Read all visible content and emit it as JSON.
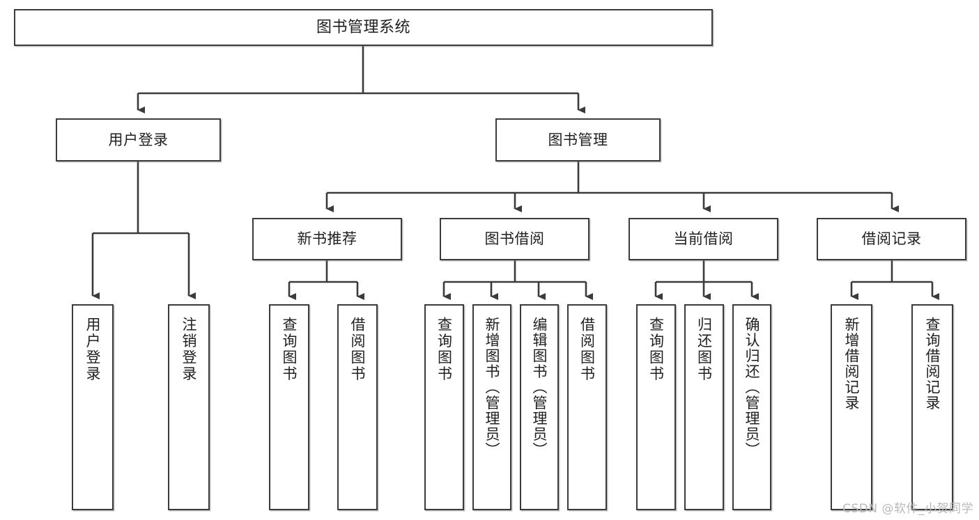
{
  "diagram": {
    "title": "图书管理系统",
    "type": "tree",
    "watermark": "CSDN @软件_小贺同学",
    "colors": {
      "stroke": "#3b3b3b",
      "fill": "#ffffff",
      "text": "#1f1f1f",
      "watermark": "#b9b9b9"
    },
    "levels": {
      "level1": [
        "root"
      ],
      "level2": [
        "user_login",
        "book_manage"
      ],
      "level3": [
        "new_book_rec",
        "book_borrow",
        "current_borrow",
        "borrow_record"
      ],
      "level4": [
        "l_user_login",
        "l_logout",
        "l_query_book_1",
        "l_borrow_book_1",
        "l_query_book_2",
        "l_add_book",
        "l_edit_book",
        "l_borrow_book_2",
        "l_query_book_3",
        "l_return_book",
        "l_confirm_return",
        "l_add_record",
        "l_query_record"
      ]
    },
    "nodes": {
      "root": {
        "label": "图书管理系统"
      },
      "user_login": {
        "label": "用户登录"
      },
      "book_manage": {
        "label": "图书管理"
      },
      "new_book_rec": {
        "label": "新书推荐"
      },
      "book_borrow": {
        "label": "图书借阅"
      },
      "current_borrow": {
        "label": "当前借阅"
      },
      "borrow_record": {
        "label": "借阅记录"
      },
      "l_user_login": {
        "label": "用户登录"
      },
      "l_logout": {
        "label": "注销登录"
      },
      "l_query_book_1": {
        "label": "查询图书"
      },
      "l_borrow_book_1": {
        "label": "借阅图书"
      },
      "l_query_book_2": {
        "label": "查询图书"
      },
      "l_add_book": {
        "label": "新增图书（管理员）"
      },
      "l_edit_book": {
        "label": "编辑图书（管理员）"
      },
      "l_borrow_book_2": {
        "label": "借阅图书"
      },
      "l_query_book_3": {
        "label": "查询图书"
      },
      "l_return_book": {
        "label": "归还图书"
      },
      "l_confirm_return": {
        "label": "确认归还（管理员）"
      },
      "l_add_record": {
        "label": "新增借阅记录"
      },
      "l_query_record": {
        "label": "查询借阅记录"
      }
    },
    "edges": [
      {
        "from": "root",
        "to": "user_login"
      },
      {
        "from": "root",
        "to": "book_manage"
      },
      {
        "from": "user_login",
        "to": "l_user_login"
      },
      {
        "from": "user_login",
        "to": "l_logout"
      },
      {
        "from": "book_manage",
        "to": "new_book_rec"
      },
      {
        "from": "book_manage",
        "to": "book_borrow"
      },
      {
        "from": "book_manage",
        "to": "current_borrow"
      },
      {
        "from": "book_manage",
        "to": "borrow_record"
      },
      {
        "from": "new_book_rec",
        "to": "l_query_book_1"
      },
      {
        "from": "new_book_rec",
        "to": "l_borrow_book_1"
      },
      {
        "from": "book_borrow",
        "to": "l_query_book_2"
      },
      {
        "from": "book_borrow",
        "to": "l_add_book"
      },
      {
        "from": "book_borrow",
        "to": "l_edit_book"
      },
      {
        "from": "book_borrow",
        "to": "l_borrow_book_2"
      },
      {
        "from": "current_borrow",
        "to": "l_query_book_3"
      },
      {
        "from": "current_borrow",
        "to": "l_return_book"
      },
      {
        "from": "current_borrow",
        "to": "l_confirm_return"
      },
      {
        "from": "borrow_record",
        "to": "l_add_record"
      },
      {
        "from": "borrow_record",
        "to": "l_query_record"
      }
    ]
  }
}
